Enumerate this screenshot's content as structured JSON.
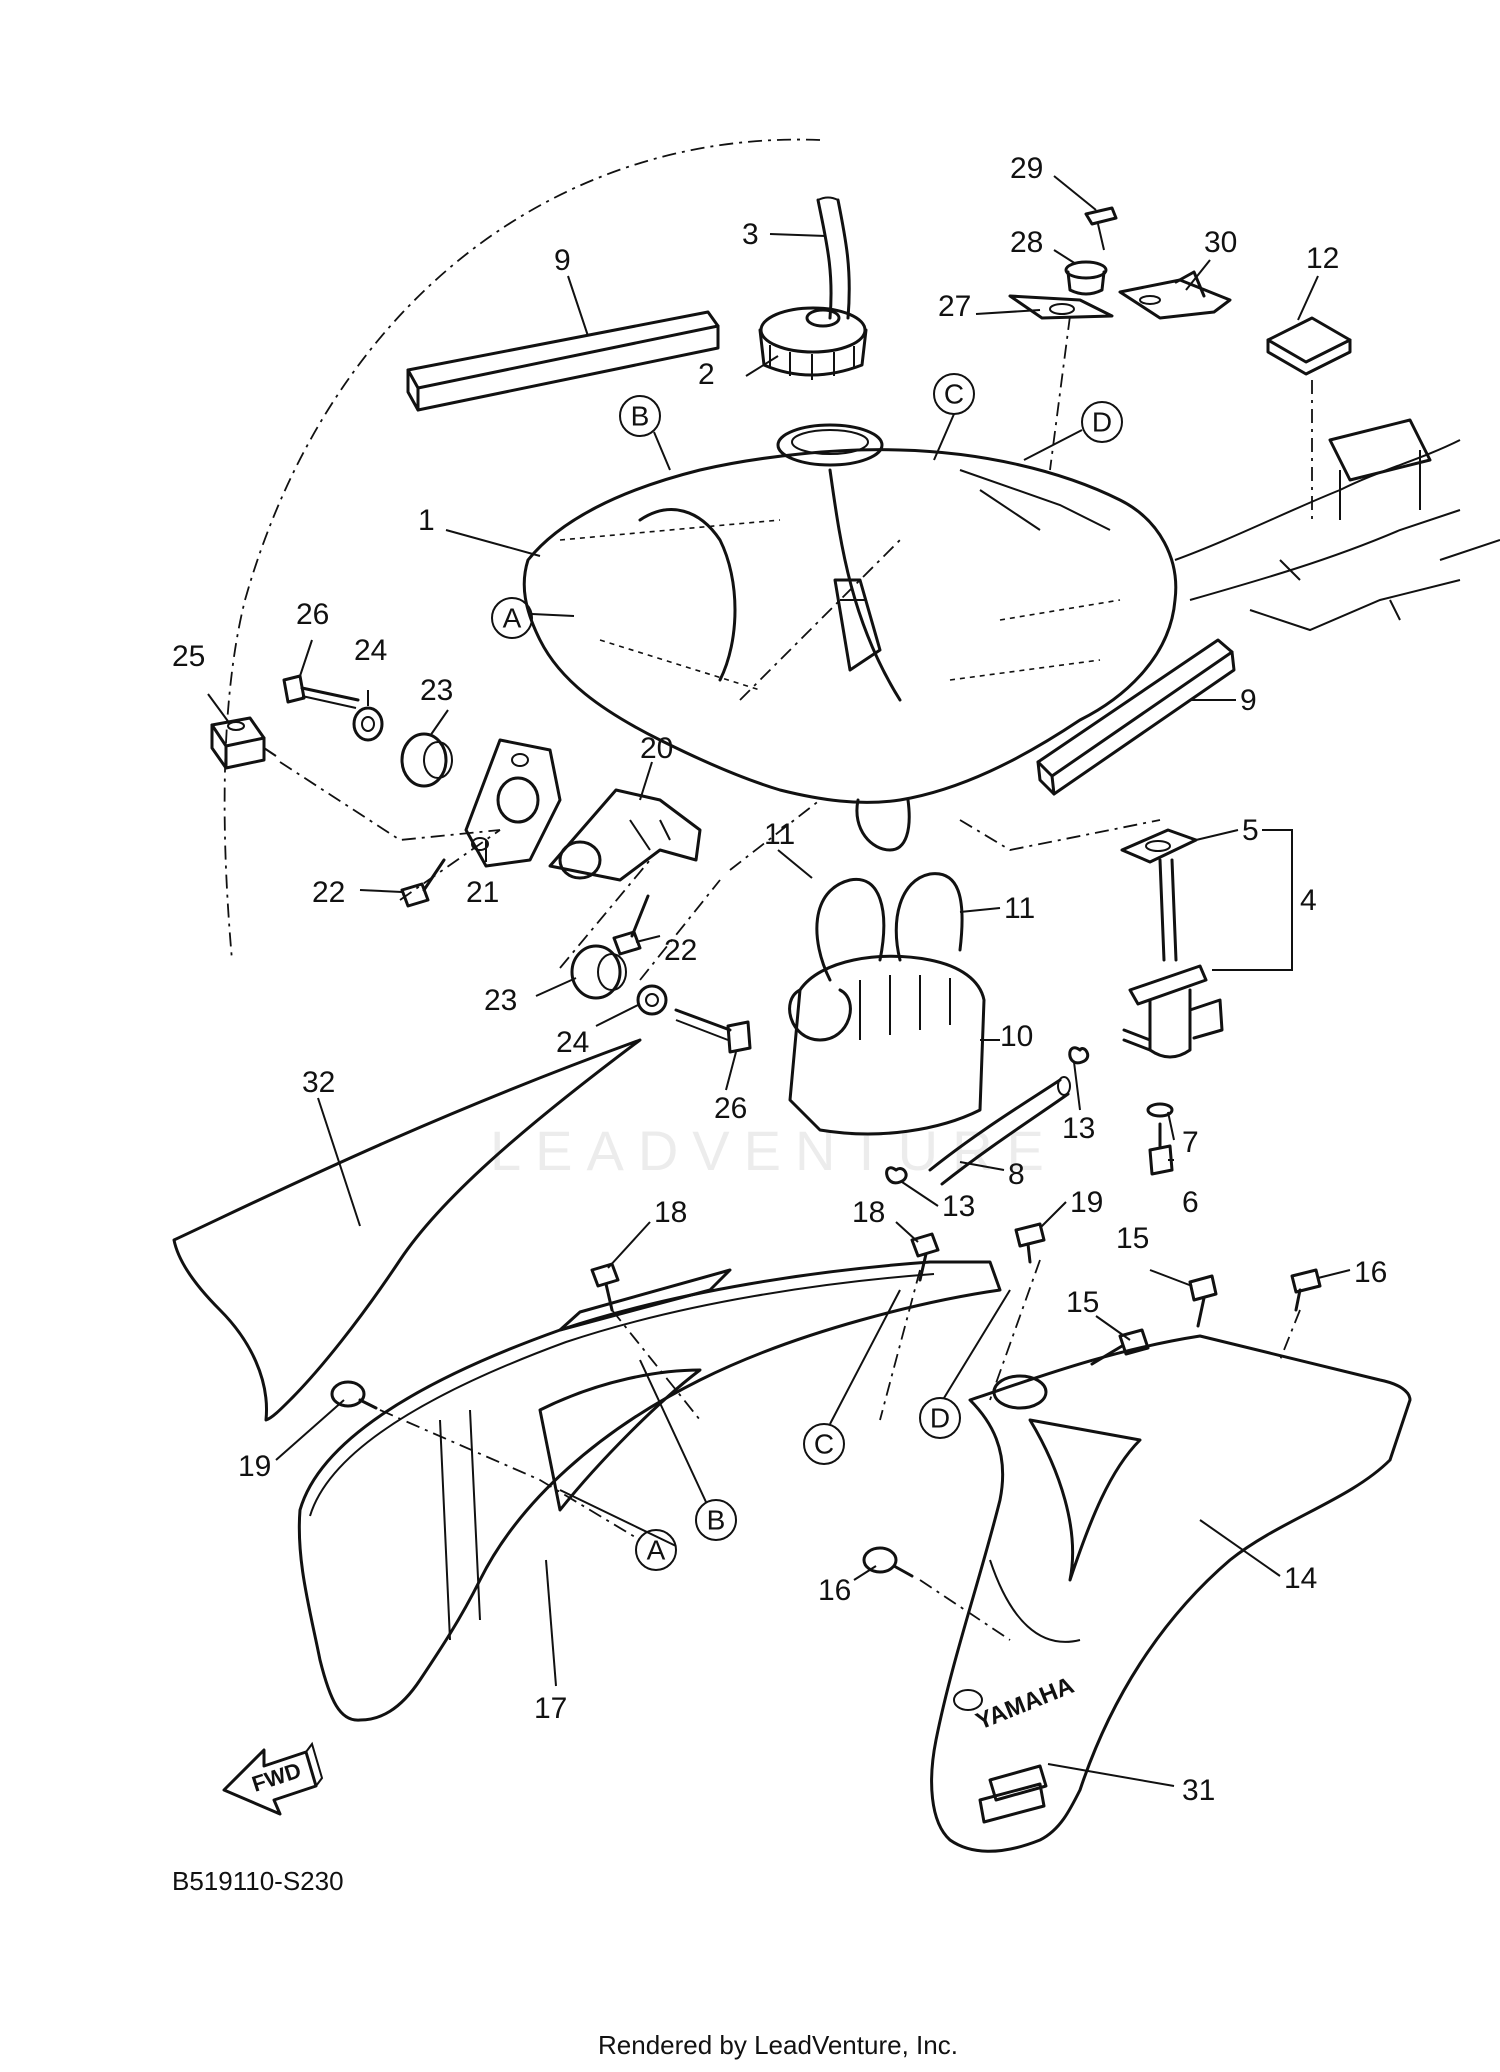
{
  "diagram_code": "B519110-S230",
  "footer": "Rendered by LeadVenture, Inc.",
  "watermark": "LEADVENTURE",
  "fwd_label": "FWD",
  "brand_text": "YAMAHA",
  "callouts": [
    {
      "id": "c1",
      "text": "1"
    },
    {
      "id": "c2",
      "text": "2"
    },
    {
      "id": "c3",
      "text": "3"
    },
    {
      "id": "c4",
      "text": "4"
    },
    {
      "id": "c5",
      "text": "5"
    },
    {
      "id": "c6",
      "text": "6"
    },
    {
      "id": "c7",
      "text": "7"
    },
    {
      "id": "c8",
      "text": "8"
    },
    {
      "id": "c9a",
      "text": "9"
    },
    {
      "id": "c9b",
      "text": "9"
    },
    {
      "id": "c10",
      "text": "10"
    },
    {
      "id": "c11a",
      "text": "11"
    },
    {
      "id": "c11b",
      "text": "11"
    },
    {
      "id": "c12",
      "text": "12"
    },
    {
      "id": "c13a",
      "text": "13"
    },
    {
      "id": "c13b",
      "text": "13"
    },
    {
      "id": "c14",
      "text": "14"
    },
    {
      "id": "c15a",
      "text": "15"
    },
    {
      "id": "c15b",
      "text": "15"
    },
    {
      "id": "c16a",
      "text": "16"
    },
    {
      "id": "c16b",
      "text": "16"
    },
    {
      "id": "c17",
      "text": "17"
    },
    {
      "id": "c18a",
      "text": "18"
    },
    {
      "id": "c18b",
      "text": "18"
    },
    {
      "id": "c19a",
      "text": "19"
    },
    {
      "id": "c19b",
      "text": "19"
    },
    {
      "id": "c20",
      "text": "20"
    },
    {
      "id": "c21",
      "text": "21"
    },
    {
      "id": "c22a",
      "text": "22"
    },
    {
      "id": "c22b",
      "text": "22"
    },
    {
      "id": "c23a",
      "text": "23"
    },
    {
      "id": "c23b",
      "text": "23"
    },
    {
      "id": "c24a",
      "text": "24"
    },
    {
      "id": "c24b",
      "text": "24"
    },
    {
      "id": "c25",
      "text": "25"
    },
    {
      "id": "c26a",
      "text": "26"
    },
    {
      "id": "c26b",
      "text": "26"
    },
    {
      "id": "c27",
      "text": "27"
    },
    {
      "id": "c28",
      "text": "28"
    },
    {
      "id": "c29",
      "text": "29"
    },
    {
      "id": "c30",
      "text": "30"
    },
    {
      "id": "c31",
      "text": "31"
    },
    {
      "id": "c32",
      "text": "32"
    }
  ],
  "ref_markers": [
    {
      "id": "rA1",
      "letter": "A"
    },
    {
      "id": "rB1",
      "letter": "B"
    },
    {
      "id": "rC1",
      "letter": "C"
    },
    {
      "id": "rD1",
      "letter": "D"
    },
    {
      "id": "rA2",
      "letter": "A"
    },
    {
      "id": "rB2",
      "letter": "B"
    },
    {
      "id": "rC2",
      "letter": "C"
    },
    {
      "id": "rD2",
      "letter": "D"
    }
  ]
}
